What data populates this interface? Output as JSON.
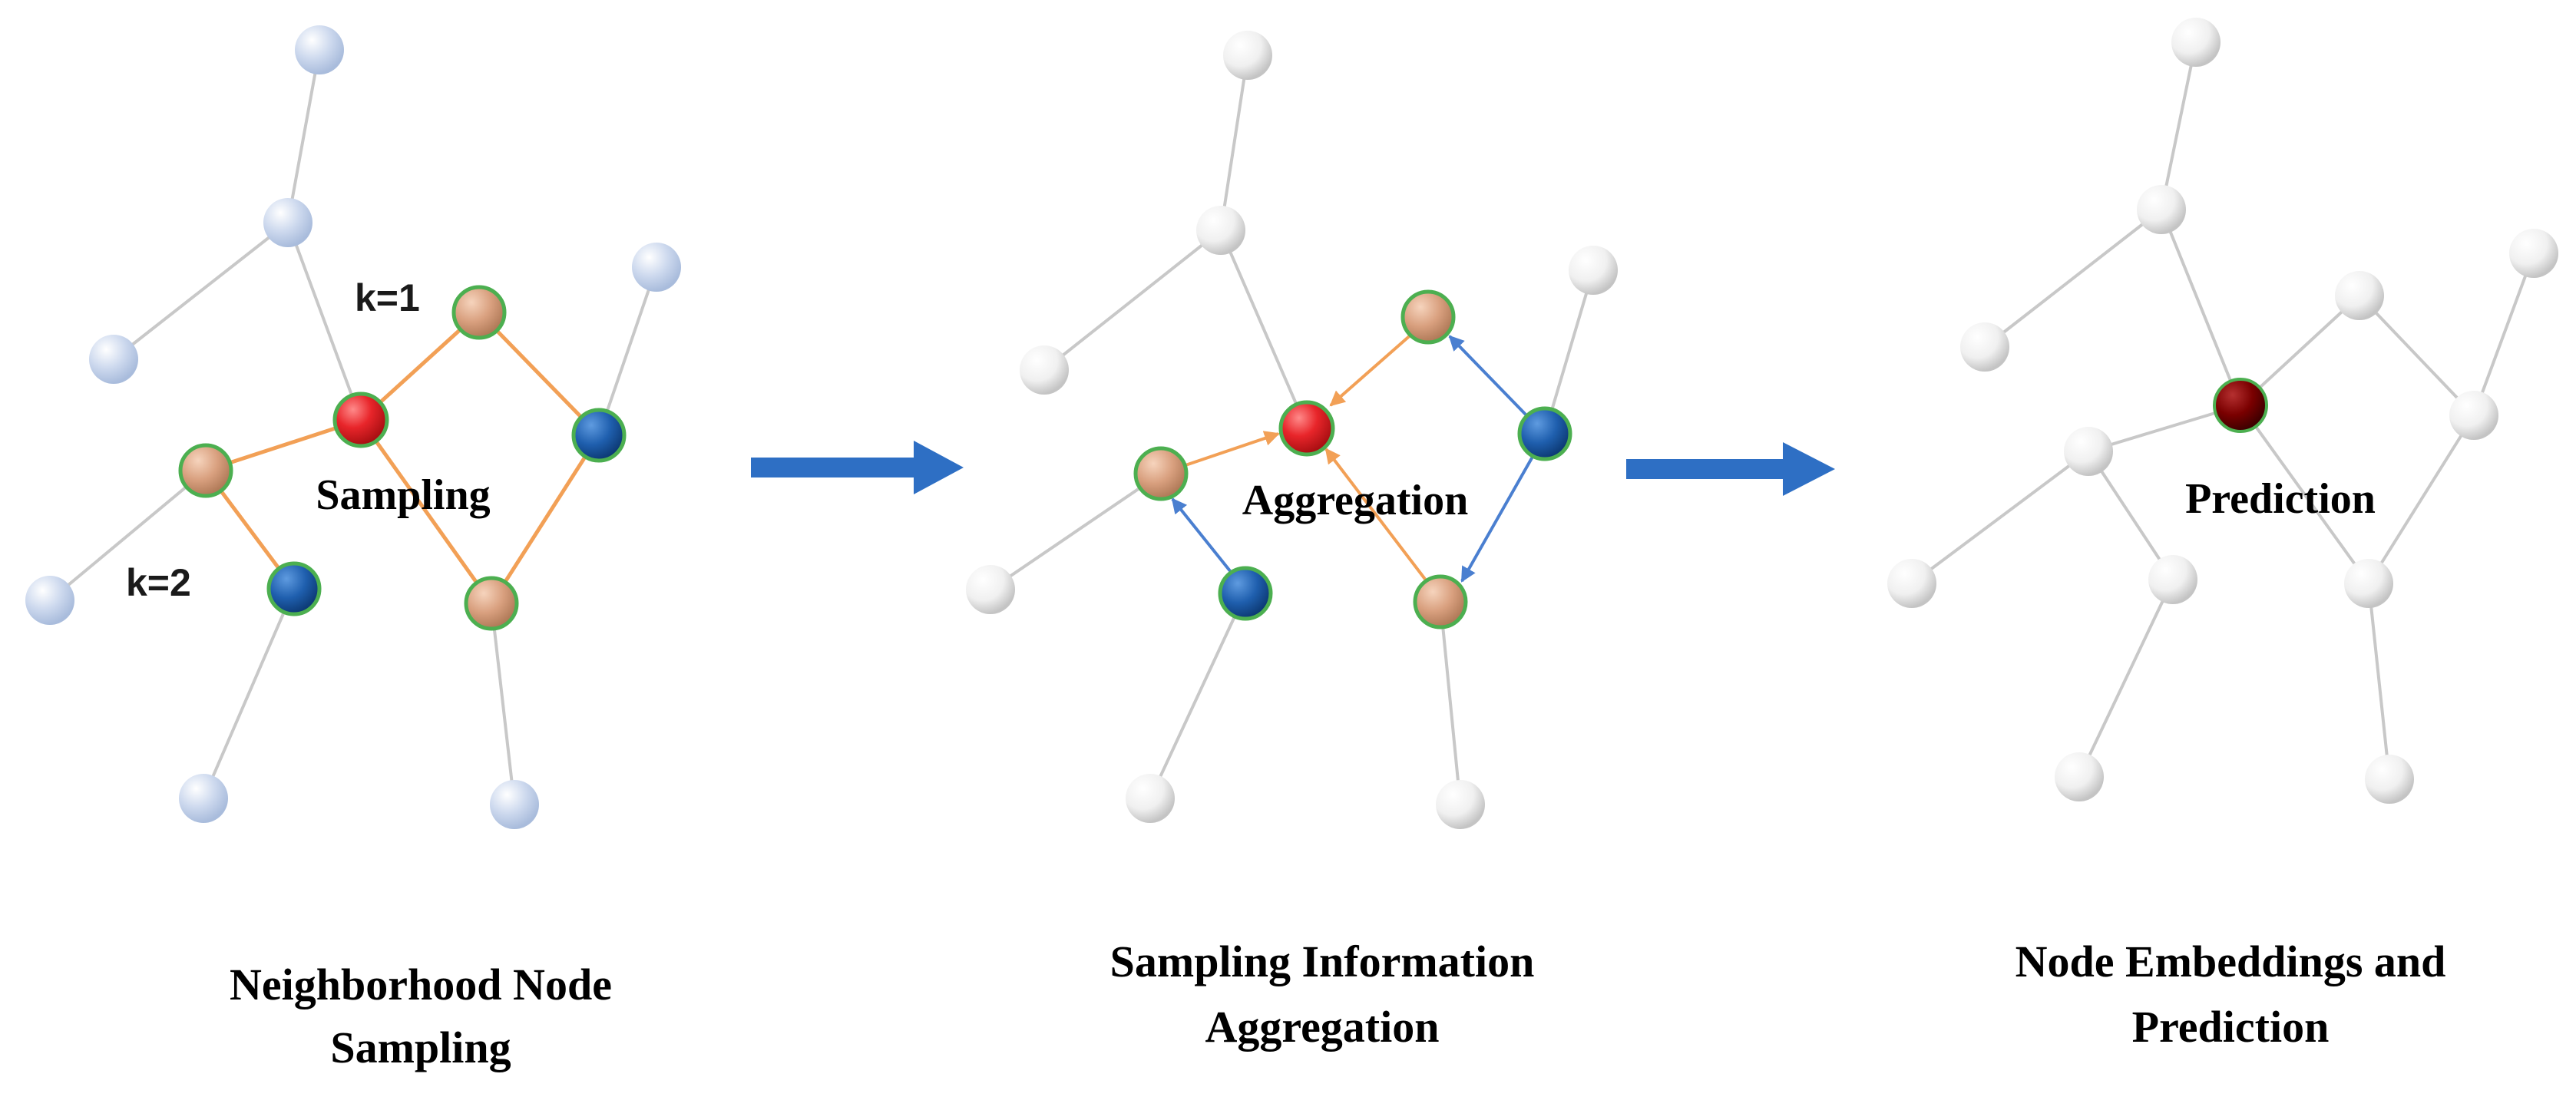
{
  "panels": [
    {
      "id": "sampling",
      "caption_lines": [
        "Neighborhood Node",
        "Sampling"
      ],
      "center_label": "Sampling",
      "k_labels": [
        "k=1",
        "k=2"
      ]
    },
    {
      "id": "aggregation",
      "caption_lines": [
        "Sampling Information",
        "Aggregation"
      ],
      "center_label": "Aggregation"
    },
    {
      "id": "prediction",
      "caption_lines": [
        "Node Embeddings and",
        "Prediction"
      ],
      "center_label": "Prediction"
    }
  ],
  "colors": {
    "target_node": "#e8252a",
    "predicted_node": "#7a0000",
    "hop1_node": "#d9a07f",
    "hop2_node": "#1f5fae",
    "outer_node_sampling": "#cdd9ee",
    "outer_node_grey": "#f2f2f2",
    "node_outline_green": "#4caf50",
    "sample_edge": "#f2a056",
    "aggregation_edge_orange": "#f2a056",
    "aggregation_edge_blue": "#4a7fd0",
    "plain_edge": "#c8c8c8",
    "flow_arrow": "#2e6fc4"
  }
}
